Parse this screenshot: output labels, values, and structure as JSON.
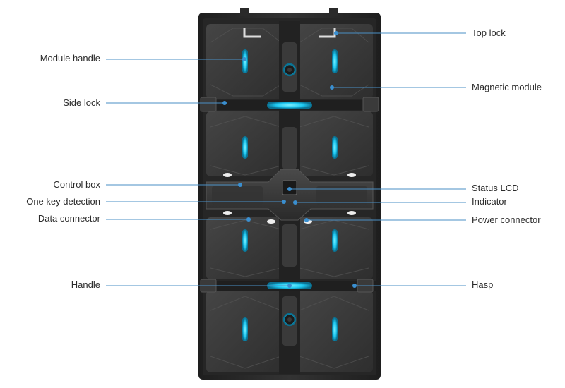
{
  "labels": {
    "left": [
      {
        "key": "module_handle",
        "text": "Module handle"
      },
      {
        "key": "side_lock",
        "text": "Side lock"
      },
      {
        "key": "control_box",
        "text": "Control box"
      },
      {
        "key": "one_key_detection",
        "text": "One key detection"
      },
      {
        "key": "data_connector",
        "text": "Data connector"
      },
      {
        "key": "handle",
        "text": "Handle"
      }
    ],
    "right": [
      {
        "key": "top_lock",
        "text": "Top lock"
      },
      {
        "key": "magnetic_module",
        "text": "Magnetic module"
      },
      {
        "key": "status_lcd",
        "text": "Status LCD"
      },
      {
        "key": "indicator",
        "text": "Indicator"
      },
      {
        "key": "power_connector",
        "text": "Power connector"
      },
      {
        "key": "hasp",
        "text": "Hasp"
      }
    ]
  },
  "colors": {
    "leader_line": "#4a8fc4",
    "dot": "#3a8fd0",
    "cabinet_dark": "#2b2b2b",
    "cabinet_mid": "#3a3a3a",
    "accent_cyan": "#1ec8f0"
  }
}
